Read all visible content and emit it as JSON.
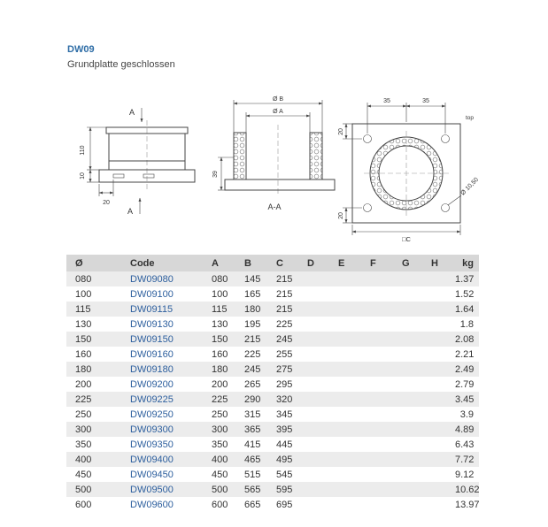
{
  "page": {
    "title": "DW09",
    "subtitle": "Grundplatte geschlossen"
  },
  "drawings": {
    "side": {
      "section_label_top": "A",
      "section_label_bottom": "A",
      "dim_height": "110",
      "dim_plate": "10",
      "dim_slot": "20"
    },
    "section": {
      "dim_outer": "Ø B",
      "dim_inner": "Ø A",
      "dim_base": "39",
      "label": "A-A"
    },
    "front": {
      "dim_35_left": "35",
      "dim_35_right": "35",
      "dim_20_top": "20",
      "dim_20_bottom": "20",
      "hole_dia": "Ø 10,50",
      "plate_size": "□C",
      "orientation": "top"
    }
  },
  "table": {
    "headers": [
      "Ø",
      "Code",
      "A",
      "B",
      "C",
      "D",
      "E",
      "F",
      "G",
      "H",
      "kg"
    ],
    "rows": [
      [
        "080",
        "DW09080",
        "080",
        "145",
        "215",
        "",
        "",
        "",
        "",
        "",
        "1.37"
      ],
      [
        "100",
        "DW09100",
        "100",
        "165",
        "215",
        "",
        "",
        "",
        "",
        "",
        "1.52"
      ],
      [
        "115",
        "DW09115",
        "115",
        "180",
        "215",
        "",
        "",
        "",
        "",
        "",
        "1.64"
      ],
      [
        "130",
        "DW09130",
        "130",
        "195",
        "225",
        "",
        "",
        "",
        "",
        "",
        "1.8"
      ],
      [
        "150",
        "DW09150",
        "150",
        "215",
        "245",
        "",
        "",
        "",
        "",
        "",
        "2.08"
      ],
      [
        "160",
        "DW09160",
        "160",
        "225",
        "255",
        "",
        "",
        "",
        "",
        "",
        "2.21"
      ],
      [
        "180",
        "DW09180",
        "180",
        "245",
        "275",
        "",
        "",
        "",
        "",
        "",
        "2.49"
      ],
      [
        "200",
        "DW09200",
        "200",
        "265",
        "295",
        "",
        "",
        "",
        "",
        "",
        "2.79"
      ],
      [
        "225",
        "DW09225",
        "225",
        "290",
        "320",
        "",
        "",
        "",
        "",
        "",
        "3.45"
      ],
      [
        "250",
        "DW09250",
        "250",
        "315",
        "345",
        "",
        "",
        "",
        "",
        "",
        "3.9"
      ],
      [
        "300",
        "DW09300",
        "300",
        "365",
        "395",
        "",
        "",
        "",
        "",
        "",
        "4.89"
      ],
      [
        "350",
        "DW09350",
        "350",
        "415",
        "445",
        "",
        "",
        "",
        "",
        "",
        "6.43"
      ],
      [
        "400",
        "DW09400",
        "400",
        "465",
        "495",
        "",
        "",
        "",
        "",
        "",
        "7.72"
      ],
      [
        "450",
        "DW09450",
        "450",
        "515",
        "545",
        "",
        "",
        "",
        "",
        "",
        "9.12"
      ],
      [
        "500",
        "DW09500",
        "500",
        "565",
        "595",
        "",
        "",
        "",
        "",
        "",
        "10.62"
      ],
      [
        "600",
        "DW09600",
        "600",
        "665",
        "695",
        "",
        "",
        "",
        "",
        "",
        "13.97"
      ]
    ]
  }
}
